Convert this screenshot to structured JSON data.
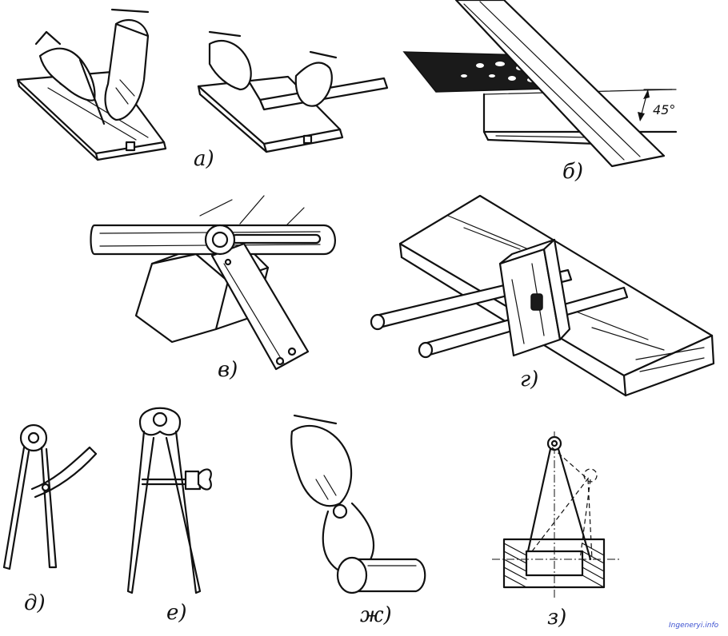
{
  "figure": {
    "labels": {
      "a": "а)",
      "b": "б)",
      "v": "в)",
      "g": "г)",
      "d": "д)",
      "e": "е)",
      "zh": "ж)",
      "z": "з)"
    },
    "angle_label": "45°",
    "watermark": "Ingeneryi.info"
  }
}
